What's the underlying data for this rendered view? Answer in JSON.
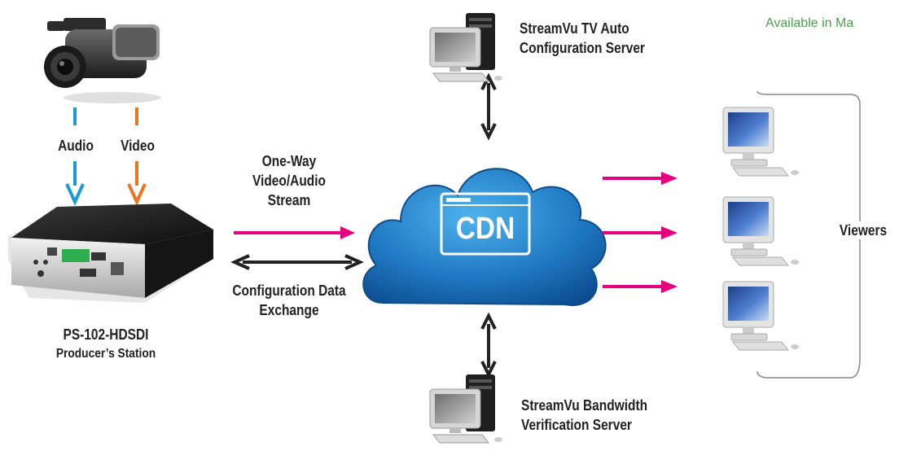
{
  "banner": "Available in Ma",
  "camera": {
    "audio_label": "Audio",
    "video_label": "Video"
  },
  "producer": {
    "model": "PS-102-HDSDI",
    "subtitle": "Producer’s Station"
  },
  "links": {
    "stream_lines": [
      "One-Way",
      "Video/Audio",
      "Stream"
    ],
    "config_lines": [
      "Configuration Data",
      "Exchange"
    ]
  },
  "cdn": {
    "label": "CDN"
  },
  "servers": {
    "auto_config": [
      "StreamVu TV Auto",
      "Configuration Server"
    ],
    "bandwidth": [
      "StreamVu Bandwidth",
      "Verification Server"
    ]
  },
  "viewers": {
    "label": "Viewers"
  },
  "colors": {
    "audio": "#1a9ad6",
    "video": "#e87722",
    "stream": "#e6007e",
    "config": "#222222",
    "cloud": "#1a6fb8",
    "banner": "#4aa24a"
  }
}
